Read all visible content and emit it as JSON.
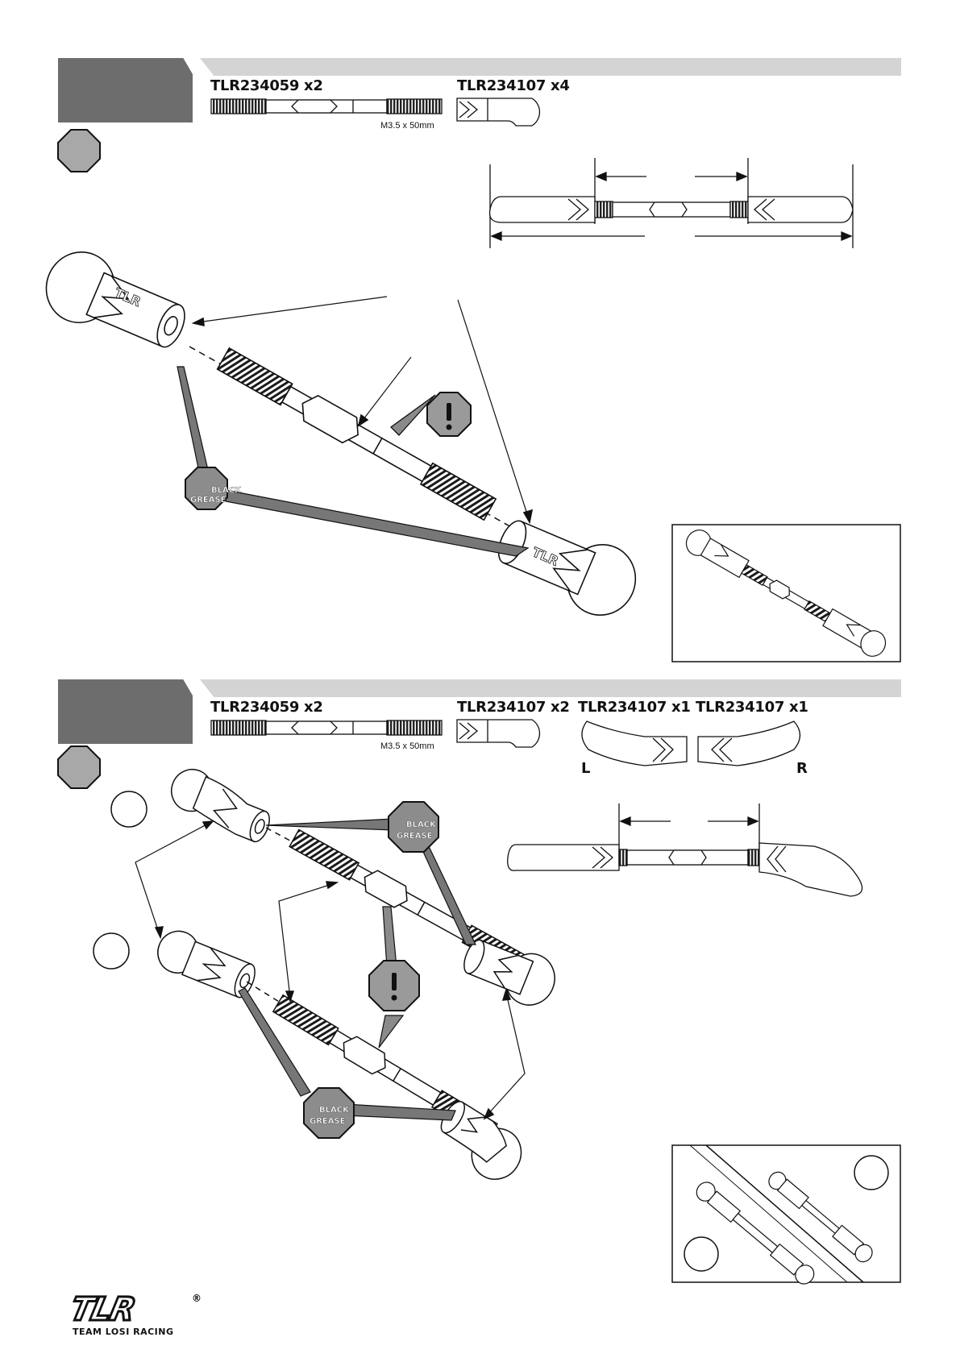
{
  "step1": {
    "parts": [
      {
        "label": "TLR234059 x2",
        "spec": "M3.5 x 50mm"
      },
      {
        "label": "TLR234107 x4"
      }
    ],
    "grease": {
      "line1": "BLACK",
      "line2": "GREASE"
    }
  },
  "step2": {
    "parts": [
      {
        "label": "TLR234059 x2",
        "spec": "M3.5 x 50mm"
      },
      {
        "label": "TLR234107 x2"
      },
      {
        "label": "TLR234107 x1",
        "side": "L"
      },
      {
        "label": "TLR234107 x1",
        "side": "R"
      }
    ],
    "grease": {
      "line1": "BLACK",
      "line2": "GREASE"
    }
  },
  "footer": {
    "logo_text": "TLR",
    "brand": "TEAM LOSI RACING",
    "registered": "®"
  }
}
